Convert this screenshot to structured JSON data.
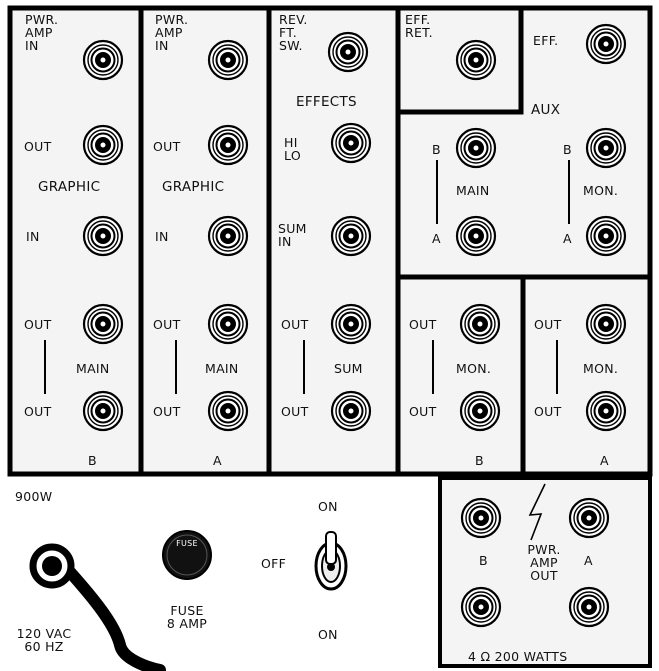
{
  "sections": {
    "b": {
      "pwr_amp_in": "PWR.\nAMP\nIN",
      "graphic_out": "OUT",
      "graphic_label": "GRAPHIC",
      "graphic_in": "IN",
      "main_out_top": "OUT",
      "main_label": "MAIN",
      "main_out_bottom": "OUT",
      "footer": "B"
    },
    "a": {
      "pwr_amp_in": "PWR.\nAMP\nIN",
      "graphic_out": "OUT",
      "graphic_label": "GRAPHIC",
      "graphic_in": "IN",
      "main_out_top": "OUT",
      "main_label": "MAIN",
      "main_out_bottom": "OUT",
      "footer": "A"
    },
    "effects": {
      "rev_ft_sw": "REV.\nFT.\nSW.",
      "effects_label": "EFFECTS",
      "hi_lo": "HI\nLO",
      "sum_in": "SUM\nIN",
      "sum_out_top": "OUT",
      "sum_label": "SUM",
      "sum_out_bottom": "OUT"
    },
    "eff_ret": {
      "label": "EFF.\nRET."
    },
    "aux": {
      "eff": "EFF.",
      "aux_label": "AUX",
      "main_b": "B",
      "main_label": "MAIN",
      "main_a": "A",
      "mon_b": "B",
      "mon_label": "MON.",
      "mon_a": "A"
    },
    "mon_b": {
      "out_top": "OUT",
      "label": "MON.",
      "out_bottom": "OUT",
      "footer": "B"
    },
    "mon_a": {
      "out_top": "OUT",
      "label": "MON.",
      "out_bottom": "OUT",
      "footer": "A"
    }
  },
  "power": {
    "wattage": "900W",
    "switch_on_top": "ON",
    "switch_off": "OFF",
    "switch_on_bottom": "ON",
    "fuse_cap": "FUSE",
    "fuse_label": "FUSE\n8 AMP",
    "ac_label": "120 VAC\n60 Hz"
  },
  "pwr_amp_out": {
    "b": "B",
    "label": "PWR.\nAMP\nOUT",
    "a": "A",
    "rating": "4 Ω 200 WATTS"
  }
}
